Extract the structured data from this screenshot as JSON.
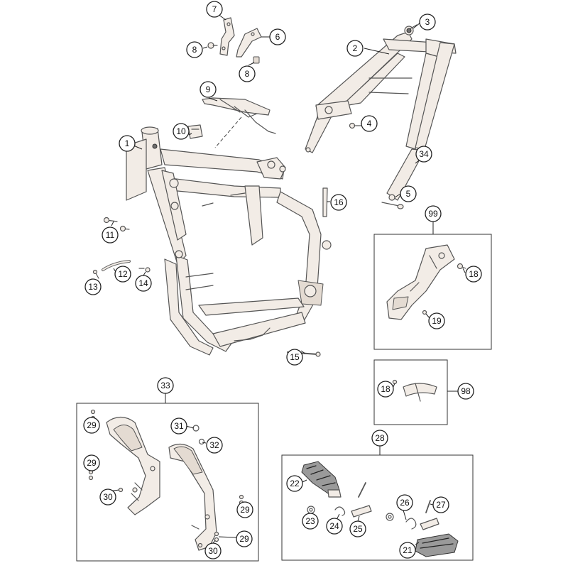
{
  "callouts": {
    "c1": "1",
    "c2": "2",
    "c3": "3",
    "c4": "4",
    "c5": "5",
    "c6": "6",
    "c7": "7",
    "c8a": "8",
    "c8b": "8",
    "c9": "9",
    "c10": "10",
    "c11": "11",
    "c12": "12",
    "c13": "13",
    "c14": "14",
    "c15": "15",
    "c16": "16",
    "c34": "34",
    "c99": "99",
    "c18a": "18",
    "c19": "19",
    "c98": "98",
    "c18b": "18",
    "c33": "33",
    "c29a": "29",
    "c29b": "29",
    "c30a": "30",
    "c31": "31",
    "c32": "32",
    "c29c": "29",
    "c29d": "29",
    "c30b": "30",
    "c28": "28",
    "c22": "22",
    "c23": "23",
    "c24": "24",
    "c25": "25",
    "c26": "26",
    "c27": "27",
    "c21": "21"
  },
  "colors": {
    "frame_fill": "#f2ece6",
    "line": "#555555",
    "callout_stroke": "#222222"
  }
}
